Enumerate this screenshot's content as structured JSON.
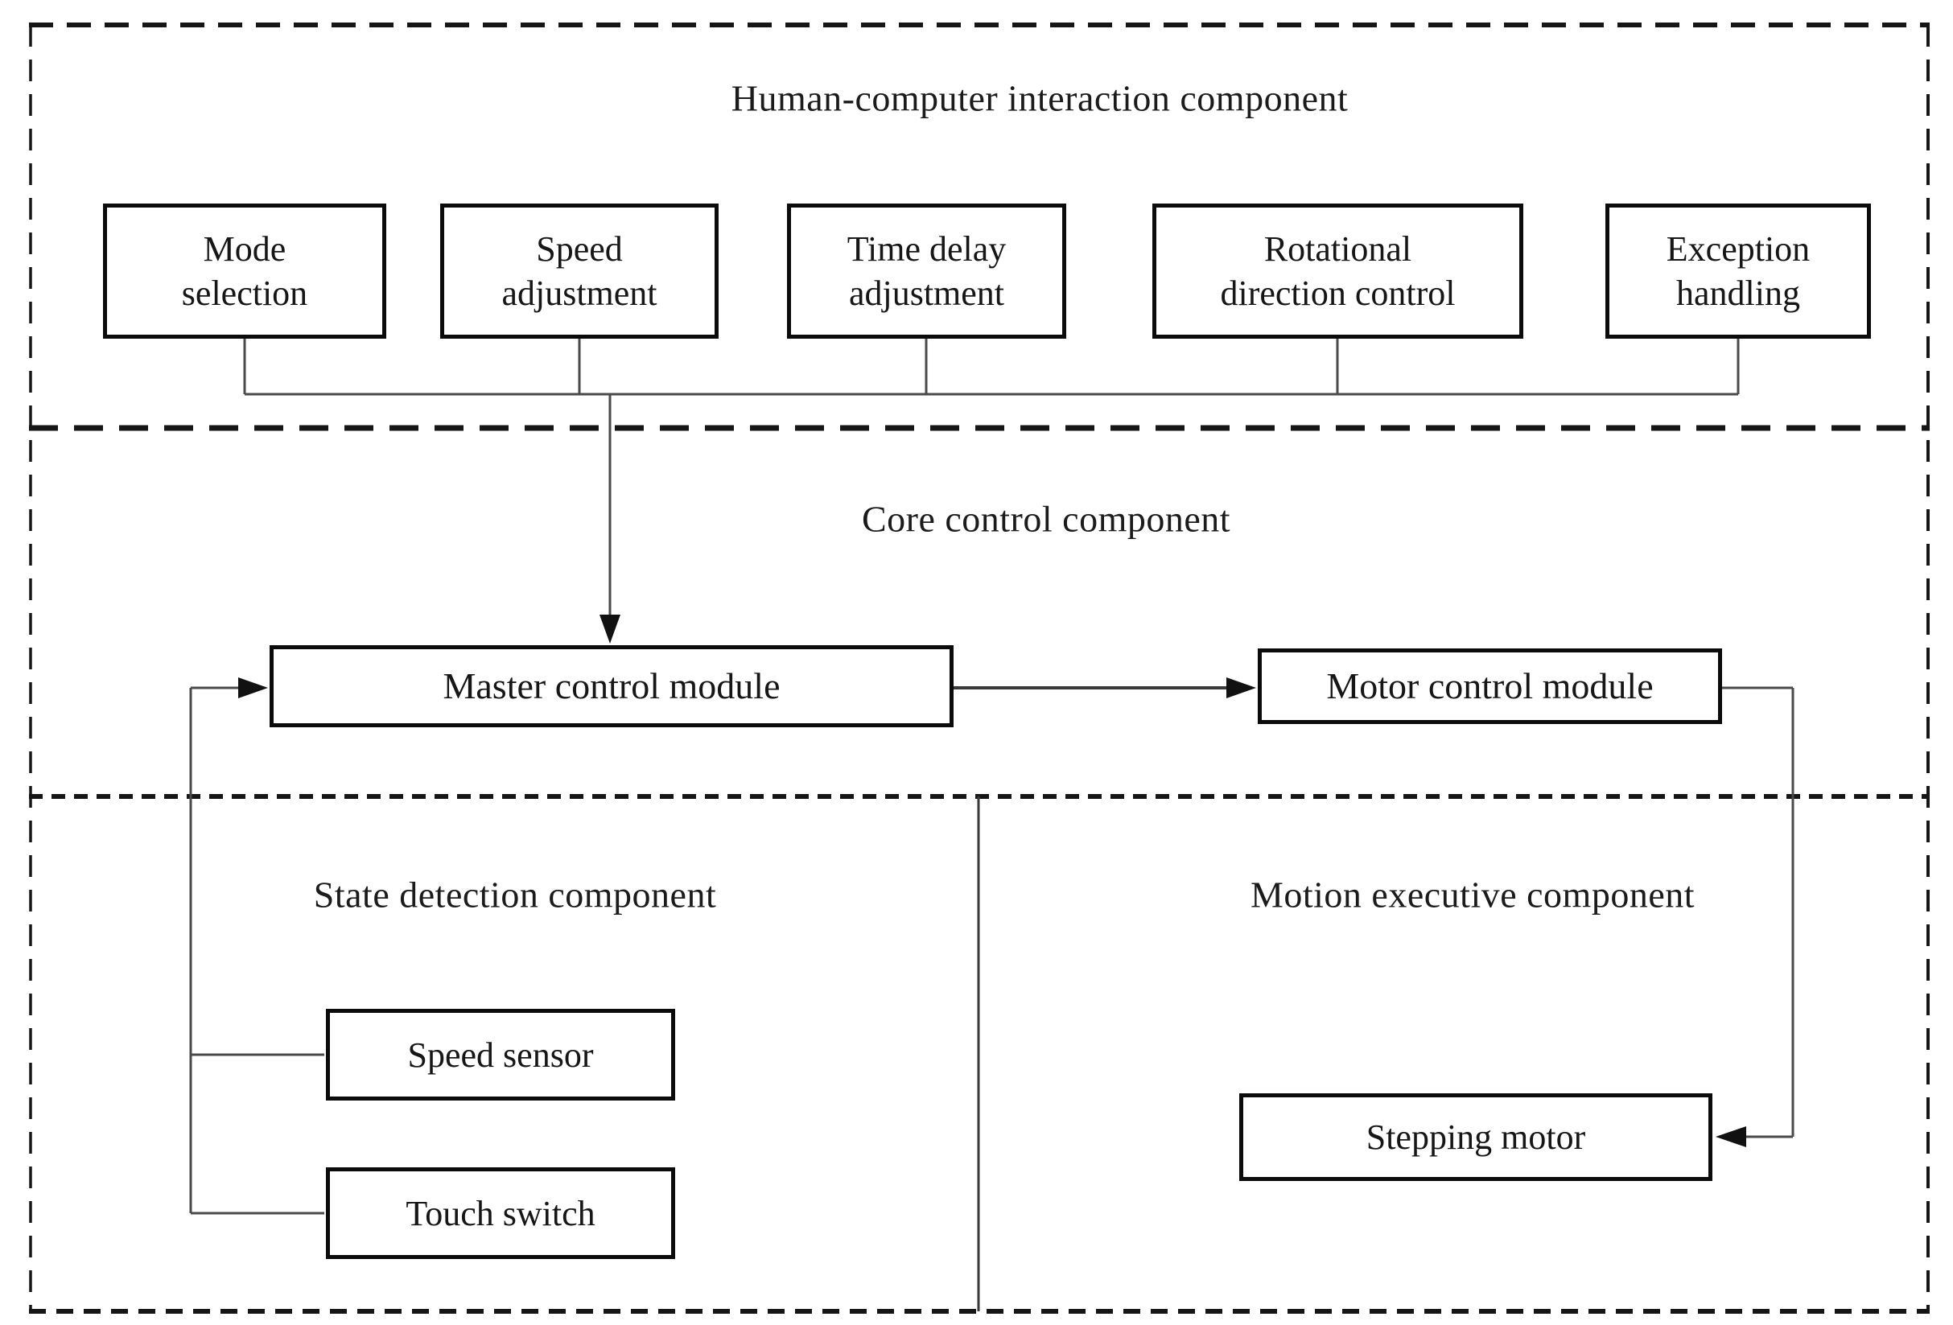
{
  "sections": {
    "hci": {
      "title": "Human-computer interaction component"
    },
    "core": {
      "title": "Core control component"
    },
    "state": {
      "title": "State detection component"
    },
    "motion": {
      "title": "Motion executive component"
    }
  },
  "boxes": {
    "mode_selection": {
      "label": "Mode\nselection"
    },
    "speed_adjustment": {
      "label": "Speed\nadjustment"
    },
    "time_delay": {
      "label": "Time delay\nadjustment"
    },
    "rotational_control": {
      "label": "Rotational\ndirection control"
    },
    "exception_handling": {
      "label": "Exception\nhandling"
    },
    "master_control": {
      "label": "Master control module"
    },
    "motor_control": {
      "label": "Motor control module"
    },
    "speed_sensor": {
      "label": "Speed sensor"
    },
    "touch_switch": {
      "label": "Touch switch"
    },
    "stepping_motor": {
      "label": "Stepping motor"
    }
  },
  "colors": {
    "background": "#ffffff",
    "box_border": "#0b0b0b",
    "dashed_border": "#161616",
    "connector": "#4a4a4a",
    "arrowhead": "#111111",
    "text": "#161616"
  }
}
